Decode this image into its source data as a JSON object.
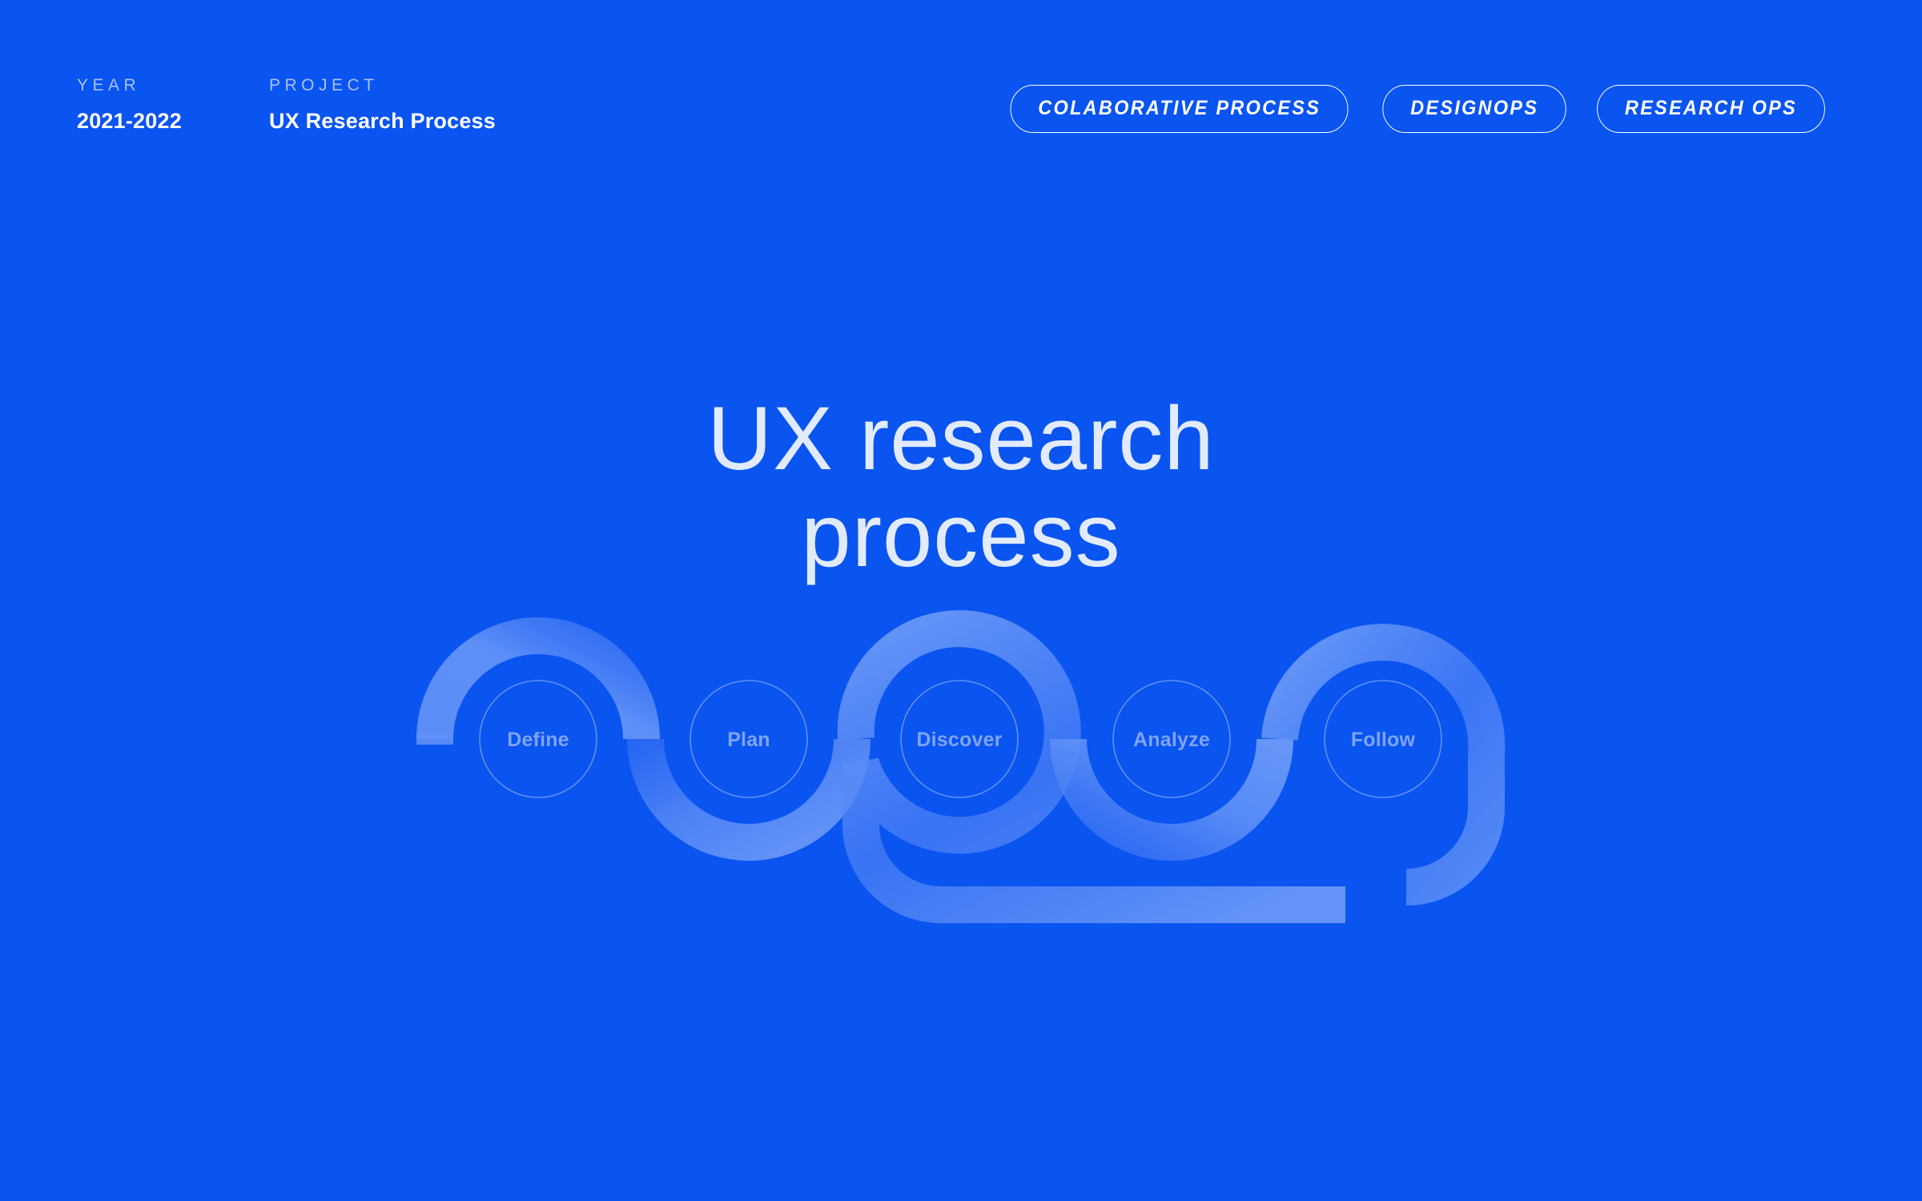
{
  "page": {
    "background_color": "#0a54f0",
    "title_color": "#e2ebfd",
    "arc_color": "#5c8df6",
    "node_label_color": "#7ea4f6",
    "pill_border_color": "#ffffff"
  },
  "header": {
    "meta": [
      {
        "label": "YEAR",
        "value": "2021-2022"
      },
      {
        "label": "PROJECT",
        "value": "UX Research Process"
      }
    ],
    "pills": [
      {
        "label": "COLABORATIVE PROCESS"
      },
      {
        "label": "DESIGNOPS"
      },
      {
        "label": "RESEARCH OPS"
      }
    ]
  },
  "main": {
    "title": "UX research\nprocess",
    "title_line_1": "UX research",
    "title_line_2": "process"
  },
  "diagram": {
    "type": "process-flow",
    "orientation": "horizontal-serpentine",
    "nodes": [
      {
        "id": "define",
        "label": "Define",
        "order": 1
      },
      {
        "id": "plan",
        "label": "Plan",
        "order": 2
      },
      {
        "id": "discover",
        "label": "Discover",
        "order": 3
      },
      {
        "id": "analyze",
        "label": "Analyze",
        "order": 4
      },
      {
        "id": "follow",
        "label": "Follow",
        "order": 5
      }
    ]
  }
}
